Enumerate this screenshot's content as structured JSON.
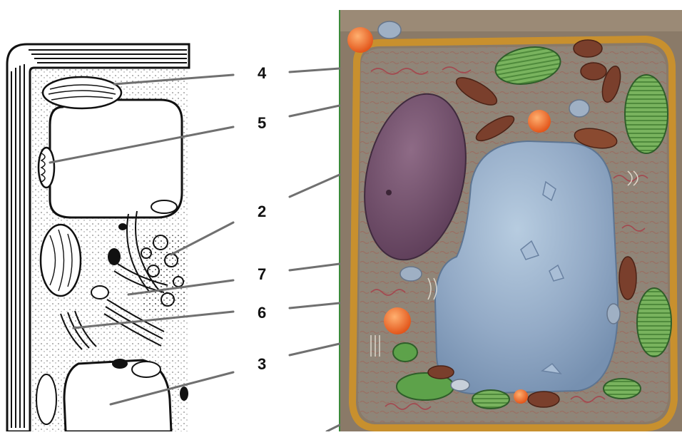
{
  "labels": [
    {
      "id": "4",
      "text": "4"
    },
    {
      "id": "5",
      "text": "5"
    },
    {
      "id": "2",
      "text": "2"
    },
    {
      "id": "7",
      "text": "7"
    },
    {
      "id": "6",
      "text": "6"
    },
    {
      "id": "3",
      "text": "3"
    }
  ],
  "colors": {
    "background": "#ffffff",
    "ink": "#111111",
    "leader_line": "#6f6f6f",
    "cell_wall": "#c8902e",
    "cytoplasm": "#8f8578",
    "vacuole": "#93aac6",
    "nucleus": "#6d4b68",
    "chloroplast": "#6fa55a",
    "mitochondrion": "#7a3f2c",
    "oil_droplet": "#e8631d"
  }
}
